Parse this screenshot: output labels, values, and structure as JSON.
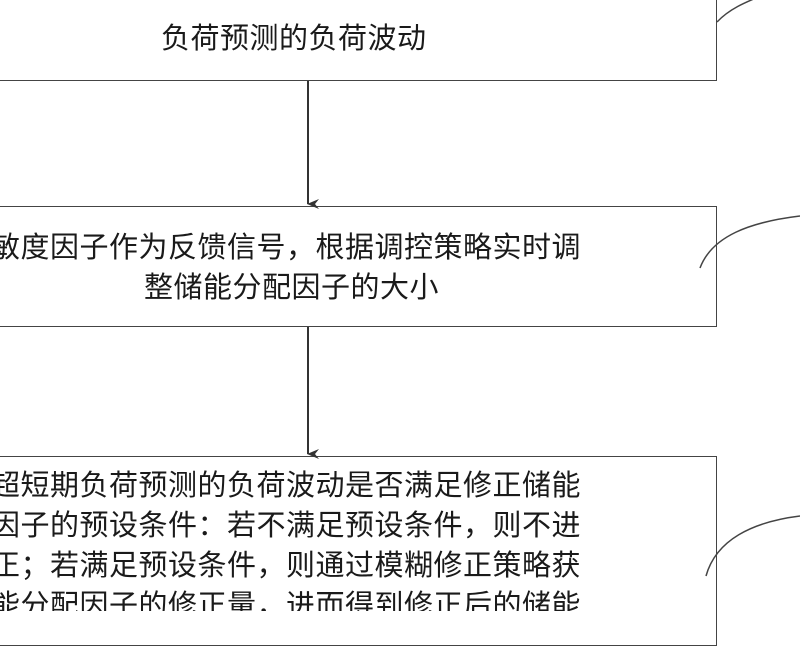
{
  "boxes": [
    {
      "id": "step-1",
      "lines": [
        "负荷预测的负荷波动"
      ]
    },
    {
      "id": "step-2",
      "lines": [
        "敏度因子作为反馈信号，根据调控策略实时调",
        "整储能分配因子的大小"
      ]
    },
    {
      "id": "step-3",
      "lines": [
        "超短期负荷预测的负荷波动是否满足修正储能",
        "因子的预设条件：若不满足预设条件，则不进",
        "正；若满足预设条件，则通过模糊修正策略获",
        "能分配因子的修正量，进而得到修正后的储能"
      ]
    }
  ],
  "colors": {
    "border": "#444444",
    "arrow": "#333333",
    "text": "#1a1a1a"
  }
}
